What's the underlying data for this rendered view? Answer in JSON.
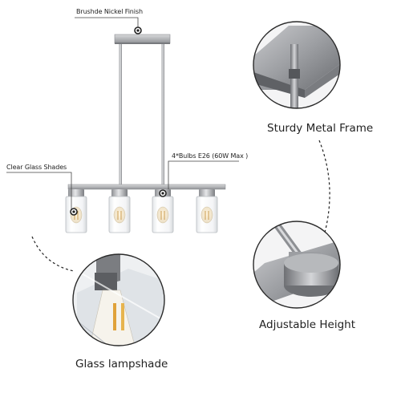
{
  "labels": {
    "finish": "Brushde Nickel Finish",
    "bulbs": "4*Bulbs E26 (60W Max )",
    "shades": "Clear Glass Shades",
    "frame": "Sturdy Metal Frame",
    "height": "Adjustable Height",
    "lampshade": "Glass lampshade"
  },
  "fixture": {
    "bulb_count": 4
  },
  "colors": {
    "metal": "#a9abae",
    "metal_dark": "#6f7175",
    "dark_gray": "#3a3a3a",
    "callout_line": "#444444",
    "bulb_filament": "#e0a23a",
    "background": "#ffffff"
  }
}
